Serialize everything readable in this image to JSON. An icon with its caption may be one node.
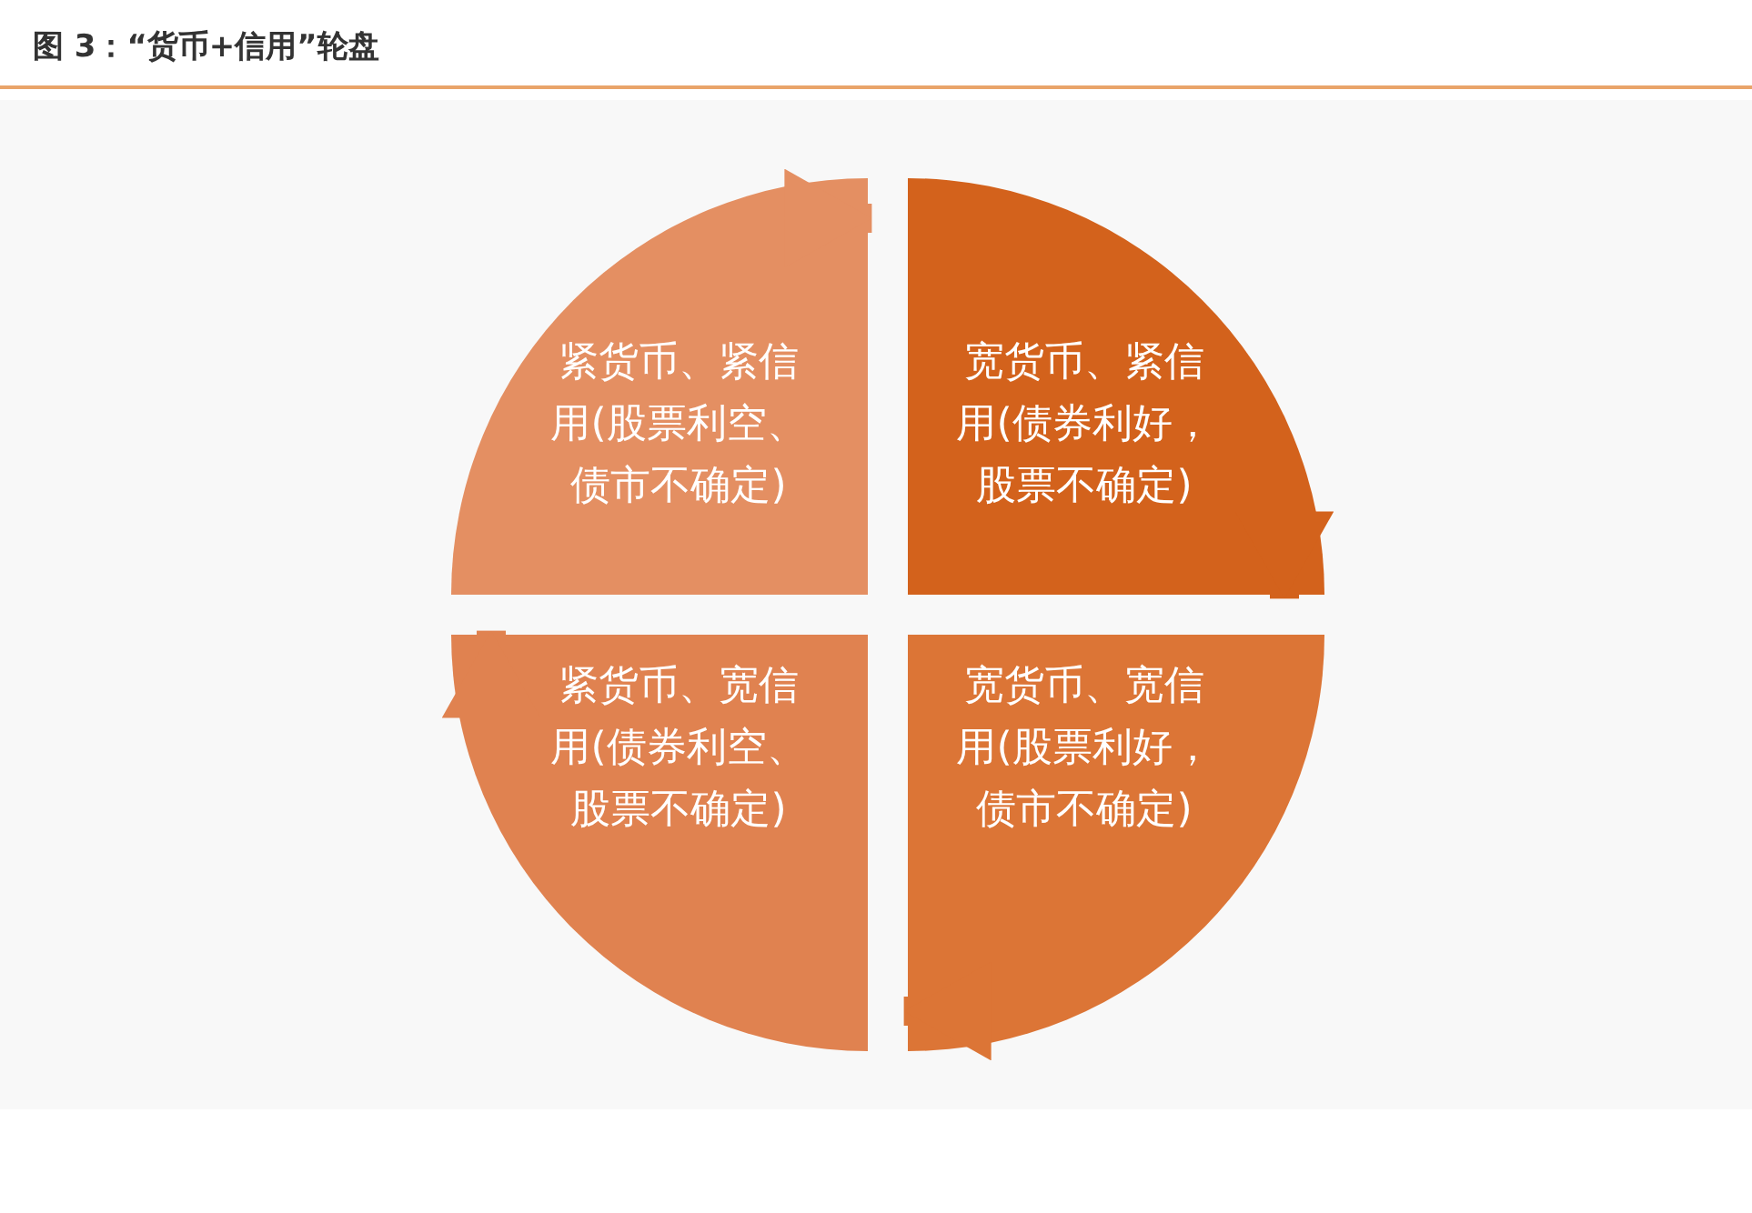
{
  "diagram": {
    "title": "图 3：“货币+信用”轮盘",
    "nodes": [
      {
        "text": [
          "紧货币、紧信用(股票利空、债市不确定)"
        ]
      },
      {
        "text": [
          "宽货币、紧信用(债券利好，股票不确定)"
        ]
      },
      {
        "text": [
          "紧货币、宽信用(债券利空、股票不确定)"
        ]
      },
      {
        "text": [
          "宽货币、宽信用(股票利好，债市不确定)"
        ]
      }
    ],
    "edges": [
      {
        "from": 0,
        "to": 1,
        "arrow": "to",
        "color": "#e48f62"
      },
      {
        "from": 1,
        "to": 3,
        "arrow": "to",
        "color": "#d3621c"
      },
      {
        "from": 3,
        "to": 2,
        "arrow": "to",
        "color": "#dc7536"
      },
      {
        "from": 2,
        "to": 0,
        "arrow": "to",
        "color": "#e08250"
      }
    ]
  }
}
